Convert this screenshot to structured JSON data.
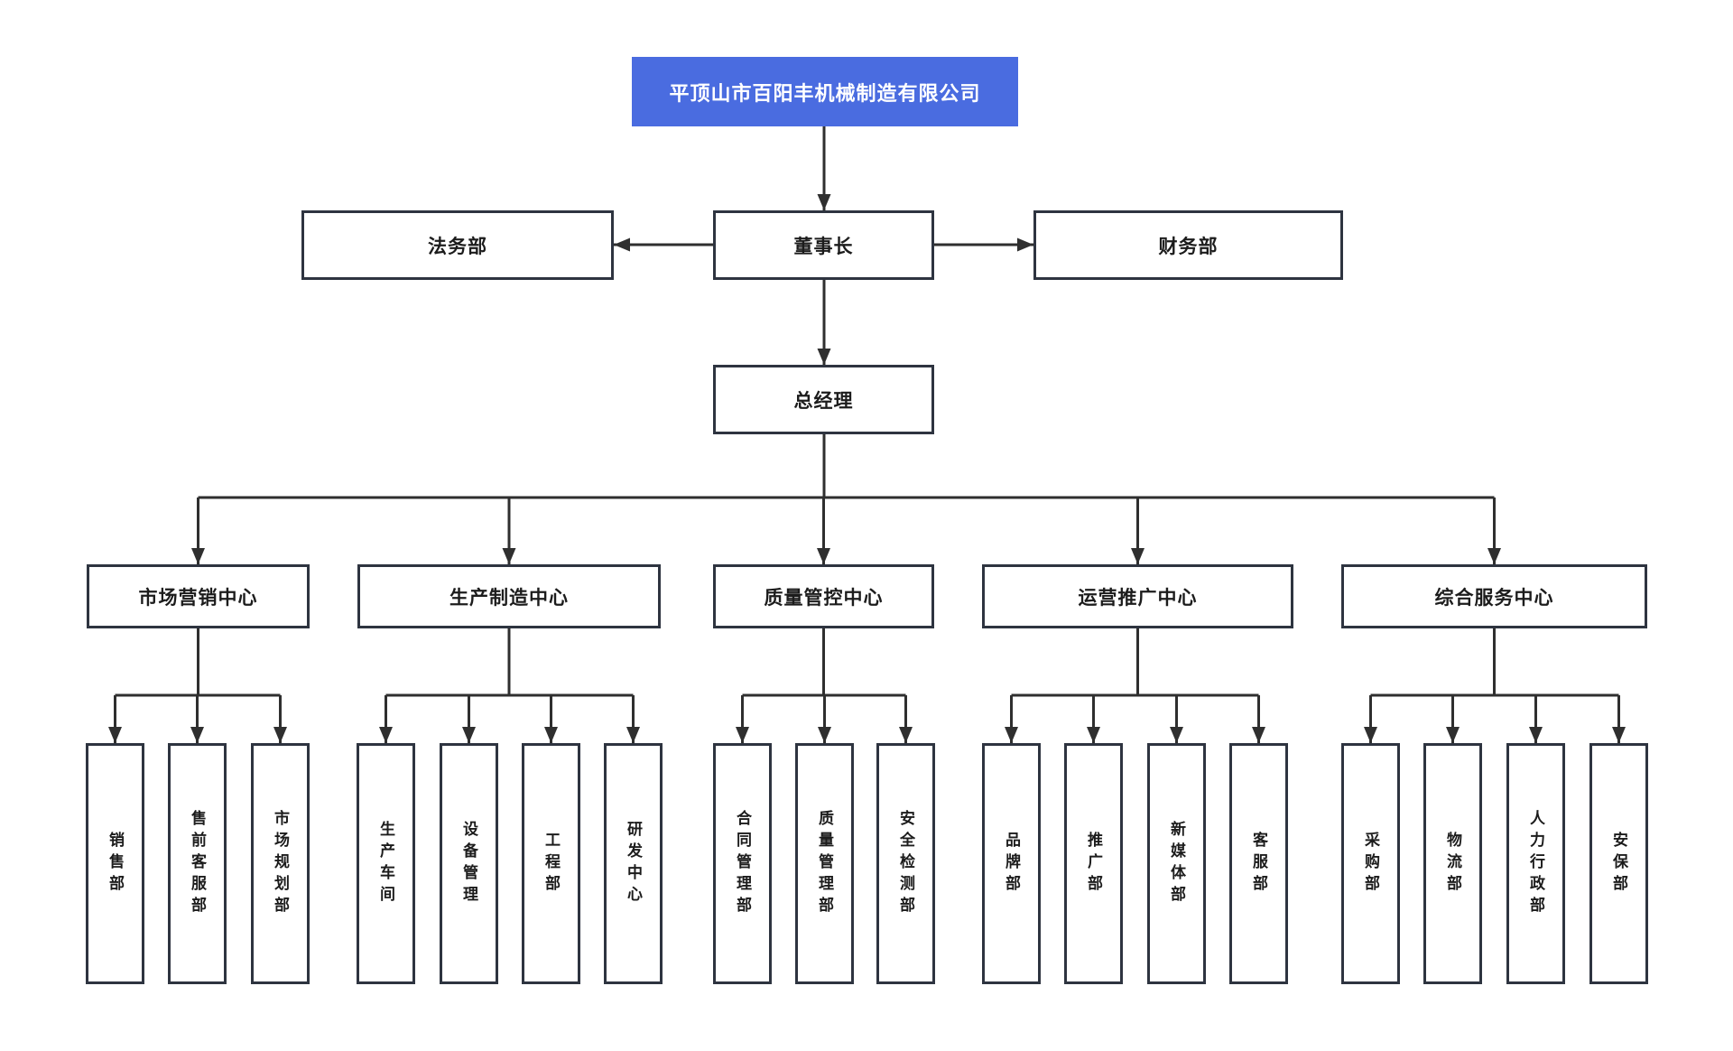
{
  "colors": {
    "canvas_bg": "#ffffff",
    "root_bg": "#4a6ce0",
    "root_text": "#ffffff",
    "node_bg": "#ffffff",
    "node_border": "#2e3440",
    "line": "#2f2f2f",
    "text": "#1c1c1c"
  },
  "org": {
    "company": {
      "label": "平顶山市百阳丰机械制造有限公司"
    },
    "legal": {
      "label": "法务部"
    },
    "chairman": {
      "label": "董事长"
    },
    "finance": {
      "label": "财务部"
    },
    "general_manager": {
      "label": "总经理"
    },
    "centers": [
      {
        "label": "市场营销中心",
        "departments": [
          "销售部",
          "售前客服部",
          "市场规划部"
        ]
      },
      {
        "label": "生产制造中心",
        "departments": [
          "生产车间",
          "设备管理",
          "工程部",
          "研发中心"
        ]
      },
      {
        "label": "质量管控中心",
        "departments": [
          "合同管理部",
          "质量管理部",
          "安全检测部"
        ]
      },
      {
        "label": "运营推广中心",
        "departments": [
          "品牌部",
          "推广部",
          "新媒体部",
          "客服部"
        ]
      },
      {
        "label": "综合服务中心",
        "departments": [
          "采购部",
          "物流部",
          "人力行政部",
          "安保部"
        ]
      }
    ]
  }
}
